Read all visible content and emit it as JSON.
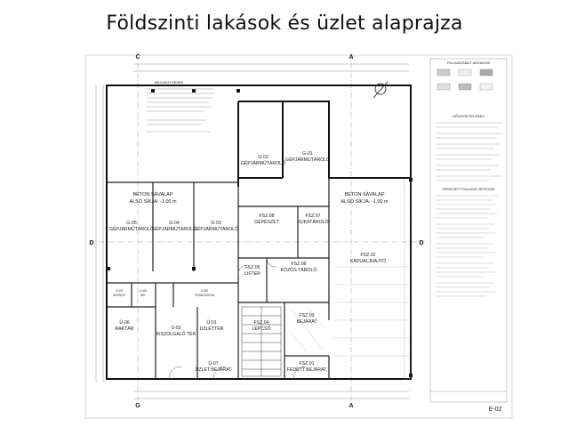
{
  "title": "Földszinti lakások és üzlet alaprajza",
  "sheet_number": "E-02",
  "section_labels": {
    "a": "A",
    "c": "C",
    "d": "D",
    "g": "G"
  },
  "rooms": {
    "g02": {
      "code": "G-02",
      "name": "GÉPJÁRMŰTÁROLÓ"
    },
    "g01": {
      "code": "G-01",
      "name": "GÉPJÁRMŰTÁROLÓ"
    },
    "g05": {
      "code": "G-05",
      "name": "GÉPJÁRMŰTÁROLÓ"
    },
    "g04": {
      "code": "G-04",
      "name": "GÉPJÁRMŰTÁROLÓ"
    },
    "g03": {
      "code": "G-03",
      "name": "GÉPJÁRMŰTÁROLÓ"
    },
    "fsz08": {
      "code": "FSZ.08",
      "name": "GÉPÉSZET"
    },
    "fsz07": {
      "code": "FSZ.07",
      "name": "KUKATÁROLÓ"
    },
    "fsz02": {
      "code": "FSZ.02",
      "name": "KAPUALJHAJTÓ"
    },
    "fsz05": {
      "code": "FSZ.05",
      "name": "LIFTER"
    },
    "fsz06": {
      "code": "FSZ.06",
      "name": "KÖZÖS TÁROLÓ"
    },
    "u02": {
      "code": "Ü-02",
      "name": "KISZOLGÁLÓ TÉR"
    },
    "u01": {
      "code": "Ü-01",
      "name": "ÜZLETTÉR"
    },
    "u06": {
      "code": "Ü-06",
      "name": "RAKTÁR"
    },
    "fsz04": {
      "code": "FSZ.04",
      "name": "LÉPCSŐ"
    },
    "fsz03": {
      "code": "FSZ.03",
      "name": "BEJÁRAT"
    },
    "fsz01": {
      "code": "FSZ.01",
      "name": "FEDETT BEJÁRAT"
    },
    "u07": {
      "code": "Ü-07",
      "name": "ÜZLET BEJÁRAT"
    },
    "u03": {
      "code": "Ü-03",
      "name": "MOSDÓ"
    },
    "u04": {
      "code": "Ü-04",
      "name": "WC"
    },
    "u05": {
      "code": "Ü-05",
      "name": "TEAKONYHA"
    }
  },
  "annotations": {
    "beton_left_1": "BETON SÁVALAP",
    "beton_left_2": "ALSÓ SÍKJA: -1,00 m",
    "beton_right_1": "BETON SÁVALAP",
    "beton_right_2": "ALSÓ SÍKJA: -1,00 m",
    "megjegyzesek": "MEGJEGYZÉSEK"
  },
  "legend": {
    "heading": "FELHASZNÁLT ANYAGOK",
    "tech_heading": "HŐSZIGETELÉSEK",
    "notes_heading": "TERVEZETT FALAZATI RÉTEGEK"
  }
}
